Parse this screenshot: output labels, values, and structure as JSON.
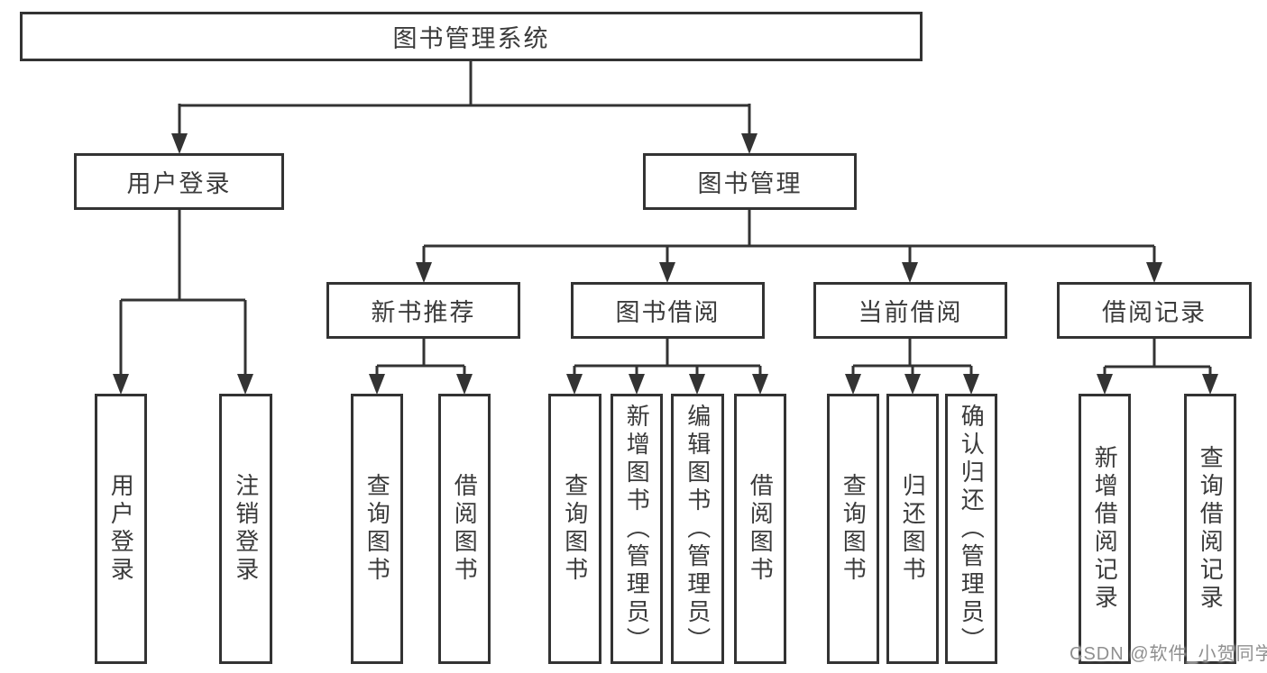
{
  "diagram": {
    "root": {
      "label": "图书管理系统"
    },
    "level2": [
      {
        "label": "用户登录"
      },
      {
        "label": "图书管理"
      }
    ],
    "level3": [
      {
        "label": "新书推荐"
      },
      {
        "label": "图书借阅"
      },
      {
        "label": "当前借阅"
      },
      {
        "label": "借阅记录"
      }
    ],
    "leaves": [
      {
        "label": "用户登录"
      },
      {
        "label": "注销登录"
      },
      {
        "label": "查询图书"
      },
      {
        "label": "借阅图书"
      },
      {
        "label": "查询图书"
      },
      {
        "label": "新增图书（管理员）"
      },
      {
        "label": "编辑图书（管理员）"
      },
      {
        "label": "借阅图书"
      },
      {
        "label": "查询图书"
      },
      {
        "label": "归还图书"
      },
      {
        "label": "确认归还（管理员）"
      },
      {
        "label": "新增借阅记录"
      },
      {
        "label": "查询借阅记录"
      }
    ],
    "watermark": "CSDN @软件_小贺同学",
    "colors": {
      "line": "#333333",
      "text": "#3b3b3b",
      "background": "#ffffff",
      "watermark": "#8f8f8f"
    }
  }
}
